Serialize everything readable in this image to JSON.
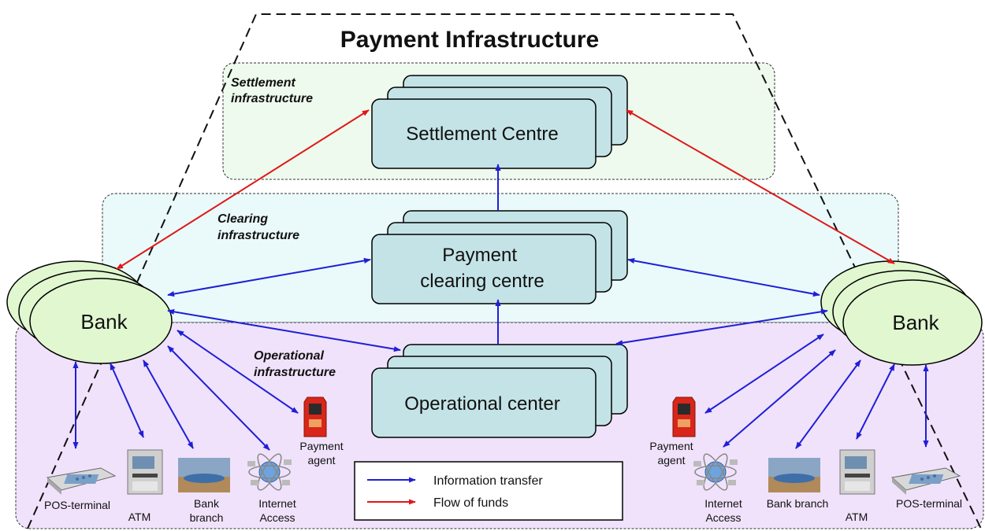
{
  "title": "Payment Infrastructure",
  "zones": {
    "settlement": "Settlement\ninfrastructure",
    "clearing": "Clearing\ninfrastructure",
    "operational": "Operational\ninfrastructure"
  },
  "nodes": {
    "settlement": "Settlement Centre",
    "clearing": "Payment\nclearing centre",
    "operational": "Operational center",
    "bank_left": "Bank",
    "bank_right": "Bank"
  },
  "devices_left": {
    "pos": "POS-terminal",
    "atm": "ATM",
    "branch": "Bank\nbranch",
    "internet": "Internet\nAccess",
    "agent": "Payment\nagent"
  },
  "devices_right": {
    "agent": "Payment\nagent",
    "internet": "Internet\nAccess",
    "branch": "Bank branch",
    "atm": "ATM",
    "pos": "POS-terminal"
  },
  "legend": {
    "info": "Information transfer",
    "funds": "Flow of funds"
  },
  "colors": {
    "info_arrow": "#1f1fd6",
    "funds_arrow": "#e01818",
    "settlement_zone": "#eefaee",
    "clearing_zone": "#eafafb",
    "operational_zone": "#f0e2fb",
    "node_fill": "#c4e3e6",
    "bank_fill": "#e0f7d0"
  }
}
